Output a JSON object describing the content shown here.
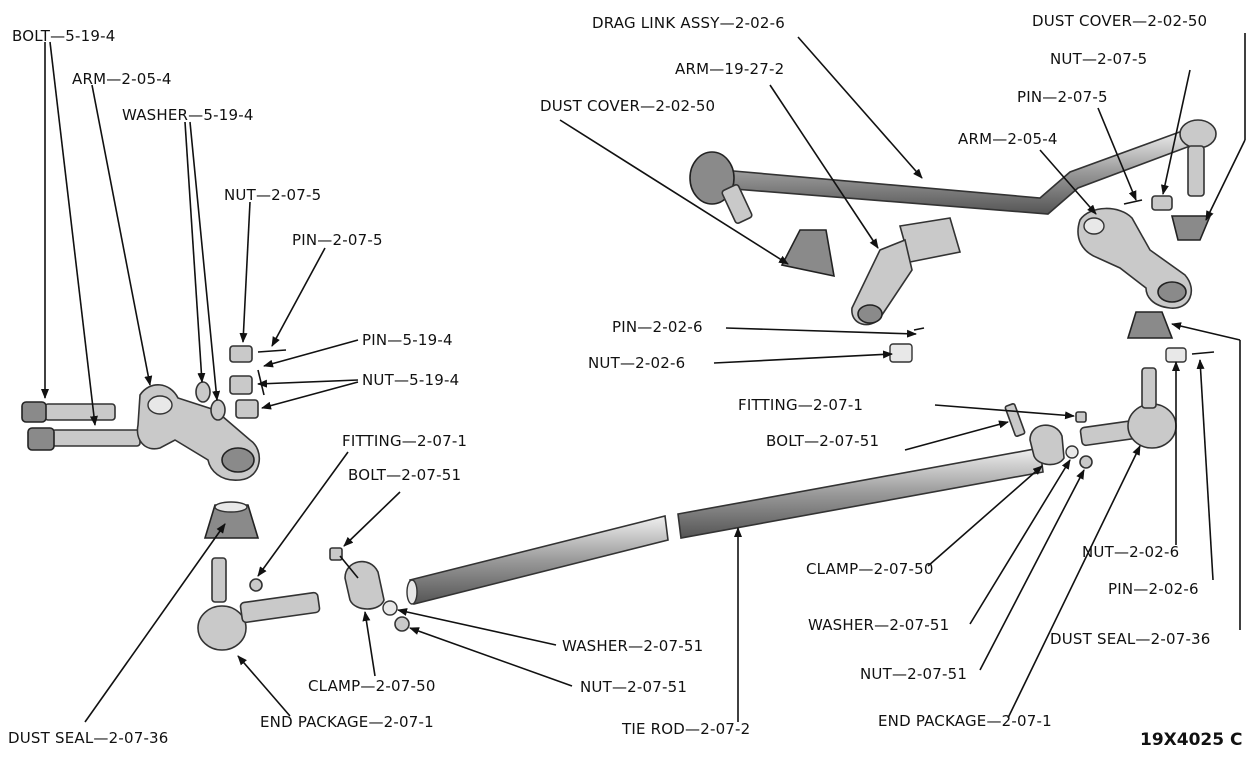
{
  "labels": {
    "bolt_left": "BOLT—5-19-4",
    "arm_left": "ARM—2-05-4",
    "washer_left": "WASHER—5-19-4",
    "nut_left": "NUT—2-07-5",
    "pin_left": "PIN—2-07-5",
    "pin_5194": "PIN—5-19-4",
    "nut_5194": "NUT—5-19-4",
    "fitting_left": "FITTING—2-07-1",
    "bolt_2751_left": "BOLT—2-07-51",
    "dust_seal_left": "DUST SEAL—2-07-36",
    "end_package_left": "END PACKAGE—2-07-1",
    "clamp_left": "CLAMP—2-07-50",
    "washer_2751_left": "WASHER—2-07-51",
    "nut_2751_left": "NUT—2-07-51",
    "tie_rod": "TIE ROD—2-07-2",
    "drag_link": "DRAG LINK ASSY—2-02-6",
    "arm_19272": "ARM—19-27-2",
    "dust_cover_mid": "DUST COVER—2-02-50",
    "pin_2026_mid": "PIN—2-02-6",
    "nut_2026_mid": "NUT—2-02-6",
    "dust_cover_right": "DUST COVER—2-02-50",
    "nut_right": "NUT—2-07-5",
    "pin_right": "PIN—2-07-5",
    "arm_right": "ARM—2-05-4",
    "fitting_right": "FITTING—2-07-1",
    "bolt_2751_right": "BOLT—2-07-51",
    "clamp_right": "CLAMP—2-07-50",
    "washer_2751_right": "WASHER—2-07-51",
    "nut_2751_right": "NUT—2-07-51",
    "end_package_right": "END PACKAGE—2-07-1",
    "nut_2026_right": "NUT—2-02-6",
    "pin_2026_right": "PIN—2-02-6",
    "dust_seal_right": "DUST SEAL—2-07-36"
  },
  "figure_code": "19X4025 C"
}
